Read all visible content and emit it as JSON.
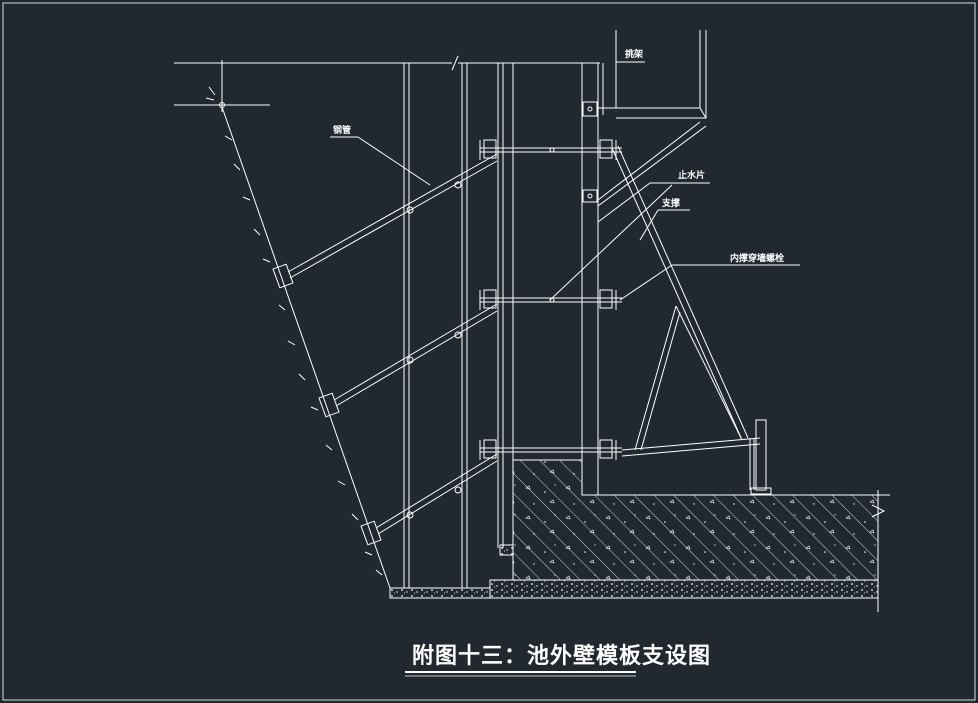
{
  "drawing": {
    "title": "附图十三：池外壁模板支设图",
    "labels": {
      "bracket": "挑架",
      "steel_pipe": "钢管",
      "waterstop": "止水片",
      "brace": "支撑",
      "tie_bolt": "内撑穿墙螺栓"
    }
  },
  "colors": {
    "background": "#212830",
    "line": "#ffffff",
    "frame": "#d9dde2"
  }
}
